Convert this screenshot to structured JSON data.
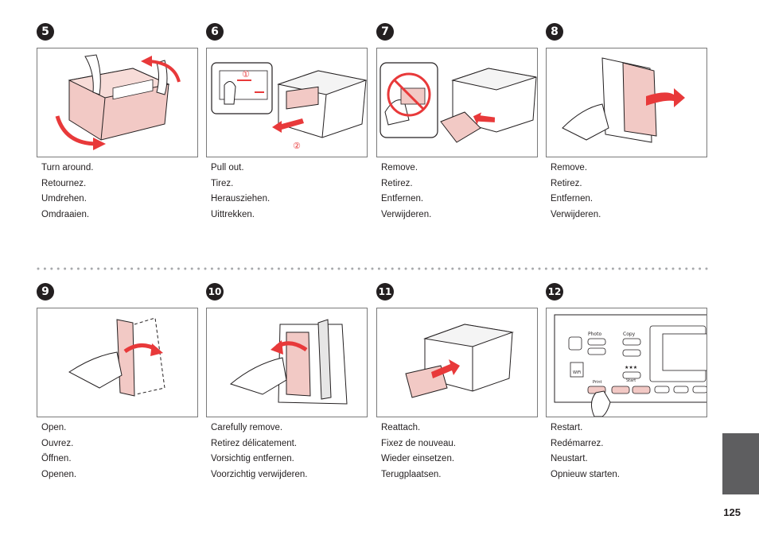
{
  "steps": [
    {
      "number": "5",
      "lines": [
        "Turn around.",
        "Retournez.",
        "Umdrehen.",
        "Omdraaien."
      ]
    },
    {
      "number": "6",
      "lines": [
        "Pull out.",
        "Tirez.",
        "Herausziehen.",
        "Uittrekken."
      ]
    },
    {
      "number": "7",
      "lines": [
        "Remove.",
        "Retirez.",
        "Entfernen.",
        "Verwijderen."
      ]
    },
    {
      "number": "8",
      "lines": [
        "Remove.",
        "Retirez.",
        "Entfernen.",
        "Verwijderen."
      ]
    },
    {
      "number": "9",
      "lines": [
        "Open.",
        "Ouvrez.",
        "Öffnen.",
        "Openen."
      ]
    },
    {
      "number": "10",
      "lines": [
        "Carefully remove.",
        "Retirez délicatement.",
        "Vorsichtig entfernen.",
        "Voorzichtig verwijderen."
      ]
    },
    {
      "number": "11",
      "lines": [
        "Reattach.",
        "Fixez de nouveau.",
        "Wieder einsetzen.",
        "Terugplaatsen."
      ]
    },
    {
      "number": "12",
      "lines": [
        "Restart.",
        "Redémarrez.",
        "Neustart.",
        "Opnieuw starten."
      ]
    }
  ],
  "callouts": {
    "one": "①",
    "two": "②"
  },
  "panel": {
    "photo": "Photo",
    "copy": "Copy",
    "print": "Print",
    "start": "Start",
    "wifi": "WiFi",
    "stars": "★★★"
  },
  "page_number": "125",
  "colors": {
    "accent": "#e8393a",
    "tab": "#5e5e60",
    "pink": "#f2c9c5"
  }
}
